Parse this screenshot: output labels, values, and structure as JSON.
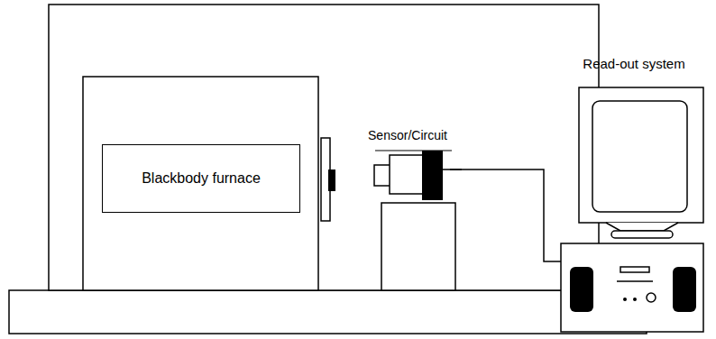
{
  "diagram": {
    "nodes": [
      {
        "text": [
          "Blackbody furnace"
        ]
      },
      {
        "text": [
          "Sensor/Circuit"
        ]
      },
      {
        "text": [
          "Read-out system"
        ]
      }
    ],
    "edges": [
      {
        "from": 1,
        "to": 2,
        "arrow": "none"
      }
    ]
  }
}
